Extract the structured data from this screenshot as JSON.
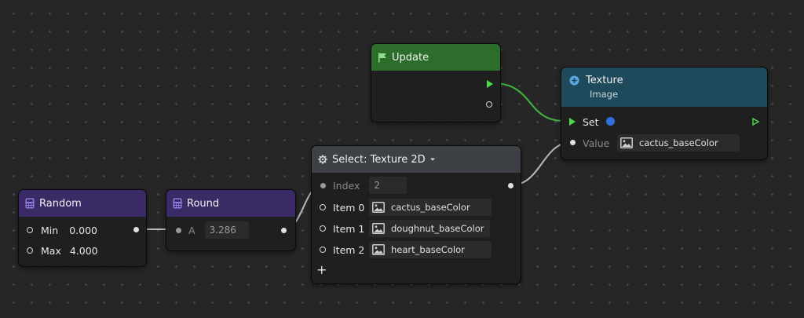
{
  "colors": {
    "random_header": "#3a2b67",
    "round_header": "#3a2b67",
    "update_header": "#2c6d2b",
    "texture_header": "#1f4a5b",
    "select_header": "#3d4044",
    "flow_port": "#4cdc4c",
    "flow_wire": "#3fae3f",
    "value_wire": "#b8b8b8",
    "set_dot": "#2f6fe0"
  },
  "random": {
    "title": "Random",
    "icon": "calculator-icon",
    "min_label": "Min",
    "min_value": "0.000",
    "max_label": "Max",
    "max_value": "4.000"
  },
  "round": {
    "title": "Round",
    "icon": "calculator-icon",
    "a_label": "A",
    "a_value": "3.286"
  },
  "update": {
    "title": "Update",
    "icon": "flag-icon"
  },
  "select": {
    "title": "Select: Texture 2D",
    "icon": "gear-icon",
    "dropdown_icon": "caret-down-icon",
    "index_label": "Index",
    "index_value": "2",
    "items": [
      {
        "label": "Item 0",
        "texture": "cactus_baseColor"
      },
      {
        "label": "Item 1",
        "texture": "doughnut_baseColor"
      },
      {
        "label": "Item 2",
        "texture": "heart_baseColor"
      }
    ],
    "add_label": "+"
  },
  "texture": {
    "title": "Texture",
    "subtitle": "Image",
    "icon": "plus-circle-icon",
    "set_label": "Set",
    "value_label": "Value",
    "value_texture": "cactus_baseColor"
  }
}
